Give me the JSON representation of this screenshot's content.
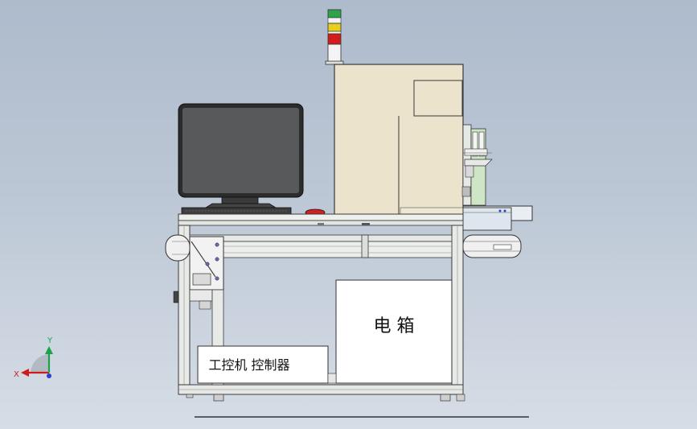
{
  "labels": {
    "electrical_box": "电    箱",
    "ipc_controller": "工控机 控制器"
  },
  "triad": {
    "x_label": "X",
    "y_label": "Y"
  },
  "colors": {
    "background_top": "#aebbcc",
    "background_bottom": "#d6dde6",
    "enclosure": "#ece3cc",
    "frame": "#e8eae8",
    "frame_outline": "#3a3a3a",
    "monitor_screen": "#58595a",
    "monitor_bezel": "#2c2c2c",
    "tower_green": "#2fa34a",
    "tower_yellow": "#e8cf1e",
    "tower_red": "#d21b1b",
    "estop_red": "#cc2222",
    "conveyor": "#dde6ec",
    "module_green": "#cfe6c6",
    "triad_x": "#d11a1a",
    "triad_y": "#1aa34a",
    "triad_z": "#2a3fd1"
  },
  "icons": {
    "triad": "coordinate-axis-triad-icon",
    "signal_tower": "signal-light-tower-icon",
    "emergency_stop": "emergency-stop-button-icon"
  }
}
